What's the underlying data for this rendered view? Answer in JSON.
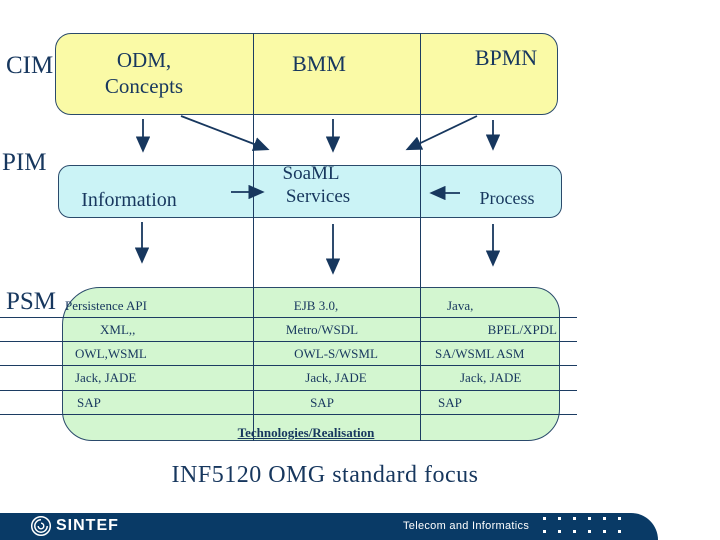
{
  "slide": {
    "title": "INF5120 OMG standard focus",
    "layer_labels": {
      "cim": "CIM",
      "pim": "PIM",
      "psm": "PSM"
    },
    "cim_row": {
      "odm_line1": "ODM,",
      "odm_line2": "Concepts",
      "bmm": "BMM",
      "bpmn": "BPMN"
    },
    "pim_row": {
      "information": "Information",
      "soaml_line1": "SoaML",
      "soaml_line2": "Services",
      "process": "Process"
    },
    "psm_table": {
      "rows": [
        {
          "c1": "Persistence API",
          "c2": "EJB 3.0,",
          "c3": "Java,"
        },
        {
          "c1": "XML,,",
          "c2": "Metro/WSDL",
          "c3": "BPEL/XPDL"
        },
        {
          "c1": "OWL,WSML",
          "c2": "OWL-S/WSML",
          "c3": "SA/WSML ASM"
        },
        {
          "c1": "Jack, JADE",
          "c2": "Jack, JADE",
          "c3": "Jack, JADE"
        },
        {
          "c1": "SAP",
          "c2": "SAP",
          "c3": "SAP"
        }
      ],
      "caption": "Technologies/Realisation"
    }
  },
  "footer": {
    "brand": "SINTEF",
    "department": "Telecom and Informatics"
  },
  "colors": {
    "yellow_box": "#FAFAA6",
    "cyan_box": "#CBF3F6",
    "green_box": "#D3F6D0",
    "navy_text": "#17375E",
    "footer_bar": "#093A66"
  }
}
